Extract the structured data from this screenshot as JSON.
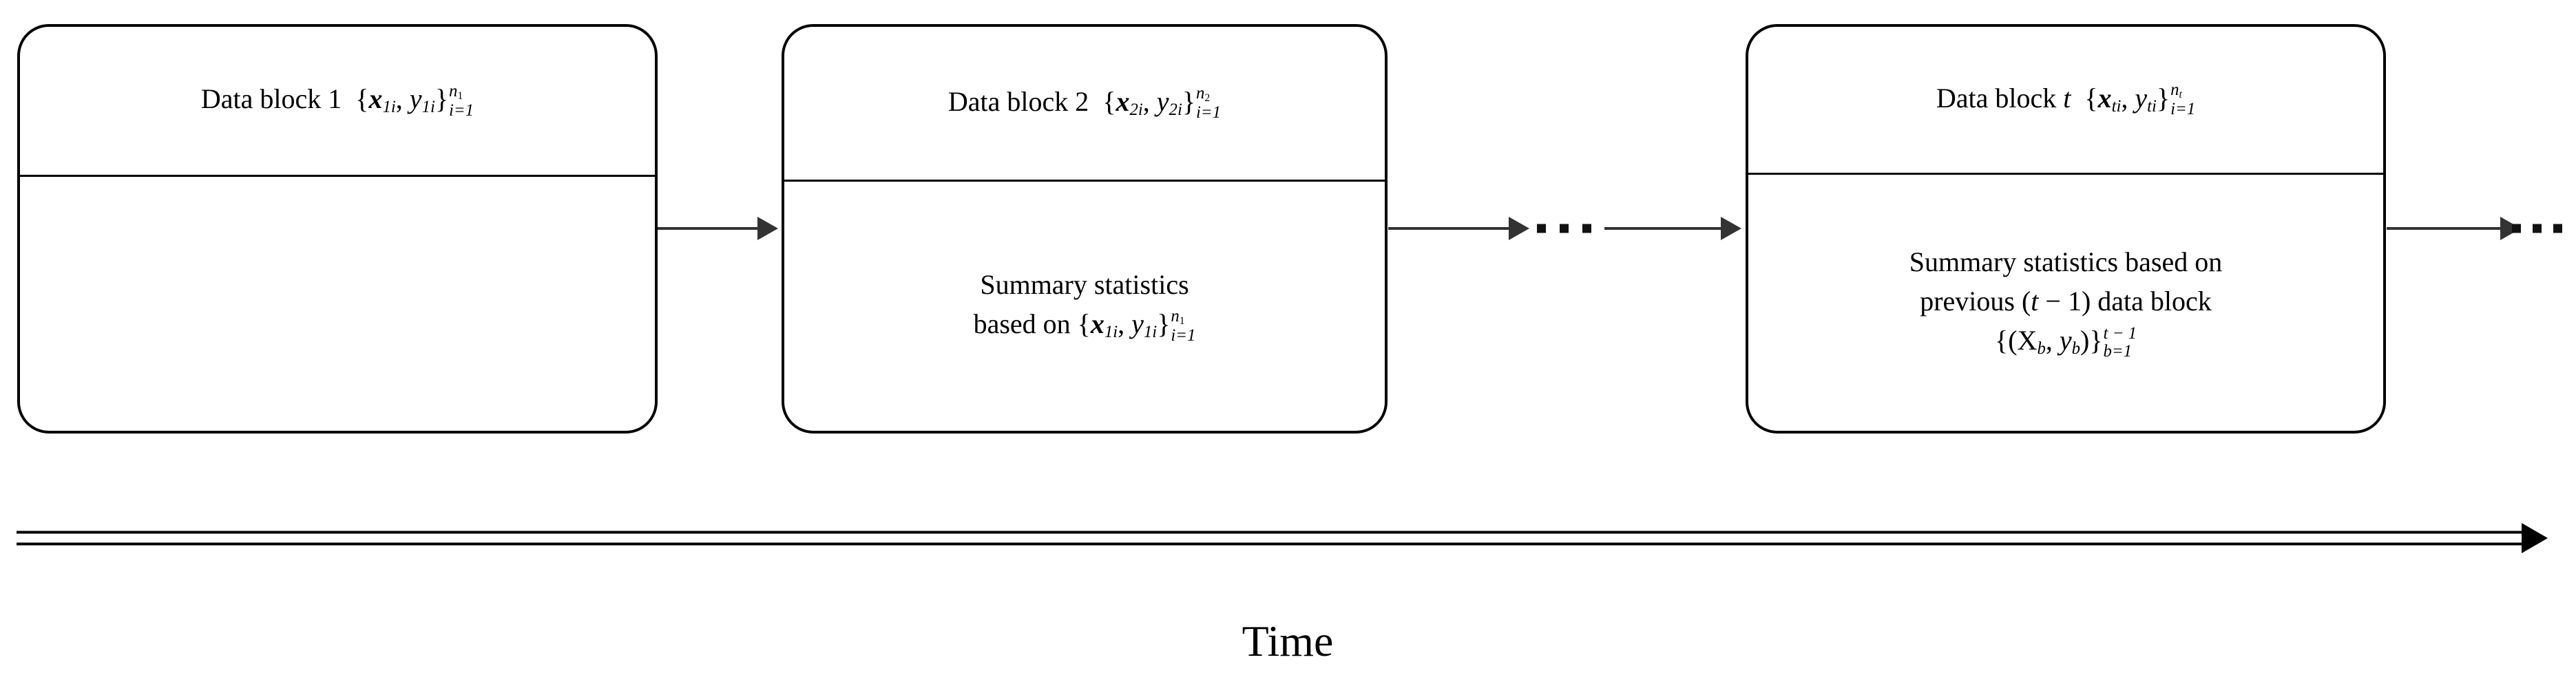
{
  "diagram": {
    "title_label": "Time",
    "blocks": [
      {
        "name": "data-block-1",
        "header": {
          "prefix": "Data block 1",
          "set_open": "{",
          "x_symbol": "x",
          "x_sub": "1i",
          "comma": ",",
          "y_symbol": "y",
          "y_sub": "1i",
          "set_close": "}",
          "limit_upper": "n",
          "limit_upper_sub": "1",
          "limit_lower": "i=1",
          "full_text": "Data block 1 {x_1i, y_1i}_{i=1}^{n_1}"
        },
        "body": {
          "lines": [],
          "full_text": ""
        }
      },
      {
        "name": "data-block-2",
        "header": {
          "prefix": "Data block 2",
          "set_open": "{",
          "x_symbol": "x",
          "x_sub": "2i",
          "comma": ",",
          "y_symbol": "y",
          "y_sub": "2i",
          "set_close": "}",
          "limit_upper": "n",
          "limit_upper_sub": "2",
          "limit_lower": "i=1",
          "full_text": "Data block 2 {x_2i, y_2i}_{i=1}^{n_2}"
        },
        "body": {
          "line1": "Summary statistics",
          "line2_prefix": "based on",
          "set_open": "{",
          "x_symbol": "x",
          "x_sub": "1i",
          "comma": ",",
          "y_symbol": "y",
          "y_sub": "1i",
          "set_close": "}",
          "limit_upper": "n",
          "limit_upper_sub": "1",
          "limit_lower": "i=1",
          "full_text": "Summary statistics based on {x_1i, y_1i}_{i=1}^{n_1}"
        }
      },
      {
        "name": "data-block-t",
        "header": {
          "prefix": "Data block",
          "index_symbol": "t",
          "set_open": "{",
          "x_symbol": "x",
          "x_sub": "ti",
          "comma": ",",
          "y_symbol": "y",
          "y_sub": "ti",
          "set_close": "}",
          "limit_upper": "n",
          "limit_upper_sub": "t",
          "limit_lower": "i=1",
          "full_text": "Data block t {x_ti, y_ti}_{i=1}^{n_t}"
        },
        "body": {
          "line1": "Summary statistics based on",
          "line2_prefix": "previous",
          "line2_expr_open": "(",
          "line2_index": "t",
          "line2_minus": "− 1",
          "line2_expr_close": ")",
          "line2_suffix": "data block",
          "line3_open": "{(",
          "X_symbol": "X",
          "X_sub": "b",
          "comma": ",",
          "y_symbol": "y",
          "y_sub": "b",
          "line3_close": ")}",
          "limit_upper": "t − 1",
          "limit_lower": "b=1",
          "full_text": "Summary statistics based on previous (t − 1) data block {(X_b, y_b)}_{b=1}^{t−1}"
        }
      }
    ],
    "connectors": [
      {
        "name": "arrow-block1-to-block2",
        "symbol": "→"
      },
      {
        "name": "arrow-block2-to-ellipsis",
        "symbol": "→"
      },
      {
        "name": "ellipsis-middle",
        "symbol": "⋯"
      },
      {
        "name": "arrow-ellipsis-to-blockt",
        "symbol": "→"
      },
      {
        "name": "arrow-blockt-to-right",
        "symbol": "→"
      },
      {
        "name": "ellipsis-right",
        "symbol": "⋯"
      }
    ],
    "timeline": {
      "name": "time-axis",
      "label": "Time",
      "direction": "left-to-right",
      "arrowhead": "▶"
    },
    "colors": {
      "stroke": "#000000",
      "arrow": "#333333",
      "background": "#ffffff"
    }
  }
}
